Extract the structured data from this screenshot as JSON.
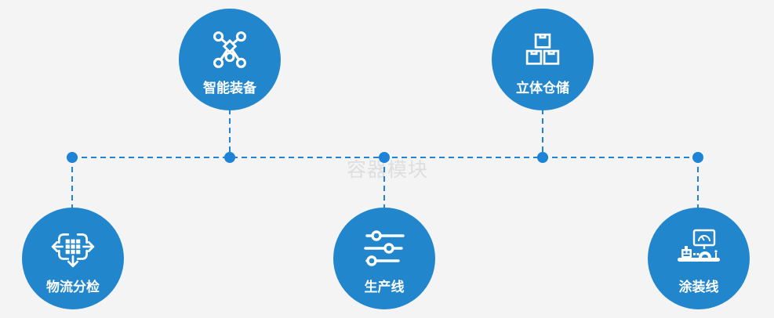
{
  "watermark": "容器模块",
  "colors": {
    "background": "#f4f4f5",
    "node_fill": "#2286cd",
    "connector_blue": "#1e82d6",
    "icon_white": "#ffffff",
    "watermark_gray": "#dedede"
  },
  "nodes": [
    {
      "id": "intelligent-equipment",
      "label": "智能装备",
      "icon": "network-nodes-icon",
      "row": "top"
    },
    {
      "id": "stereoscopic-warehouse",
      "label": "立体仓储",
      "icon": "stacked-boxes-icon",
      "row": "top"
    },
    {
      "id": "logistics-sorting",
      "label": "物流分检",
      "icon": "sorting-arrows-icon",
      "row": "bottom"
    },
    {
      "id": "production-line",
      "label": "生产线",
      "icon": "sliders-icon",
      "row": "bottom"
    },
    {
      "id": "painting-line",
      "label": "涂装线",
      "icon": "machine-monitor-icon",
      "row": "bottom"
    }
  ]
}
